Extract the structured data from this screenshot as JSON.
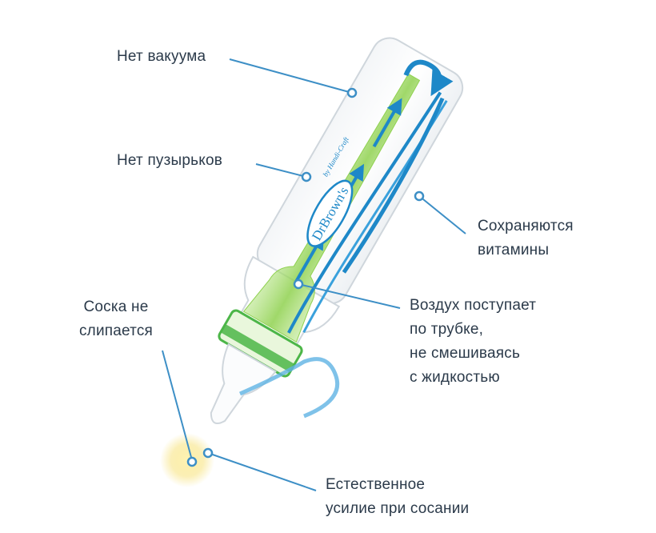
{
  "diagram": {
    "colors": {
      "accent": "#1e88c8",
      "leader": "#3d8fc6",
      "text": "#2b3a4a",
      "bottle_outline": "#cfd6dc",
      "vent_green": "#8fd14f",
      "collar_green": "#4cb648",
      "glow": "#f7e27a"
    },
    "brand": {
      "logo_text": "DrBrown's",
      "small_print": "by Handi-Craft"
    },
    "callouts": {
      "no_vacuum": {
        "text": "Нет вакуума"
      },
      "no_bubbles": {
        "text": "Нет пузырьков"
      },
      "vitamins": {
        "lines": [
          "Сохраняются",
          "витамины"
        ]
      },
      "air_flow": {
        "lines": [
          "Воздух поступает",
          "по трубке,",
          "не смешиваясь",
          "с жидкостью"
        ]
      },
      "nipple": {
        "lines": [
          "Соска не",
          "слипается"
        ]
      },
      "natural": {
        "lines": [
          "Естественное",
          "усилие при сосании"
        ]
      }
    }
  }
}
